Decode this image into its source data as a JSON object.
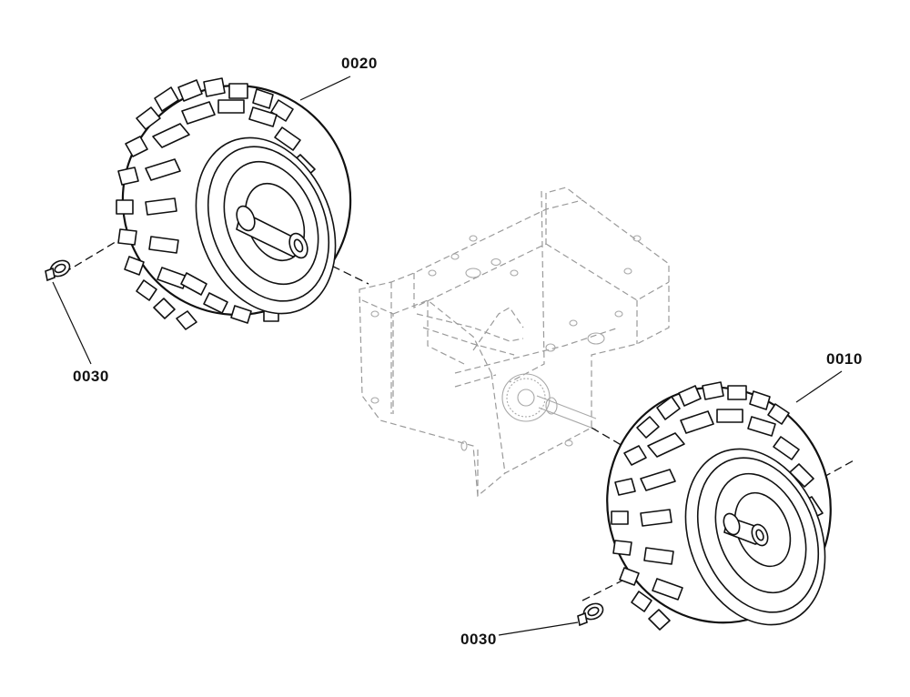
{
  "callouts": {
    "wheel_left": "0020",
    "wheel_right": "0010",
    "clip_left": "0030",
    "clip_right": "0030"
  }
}
